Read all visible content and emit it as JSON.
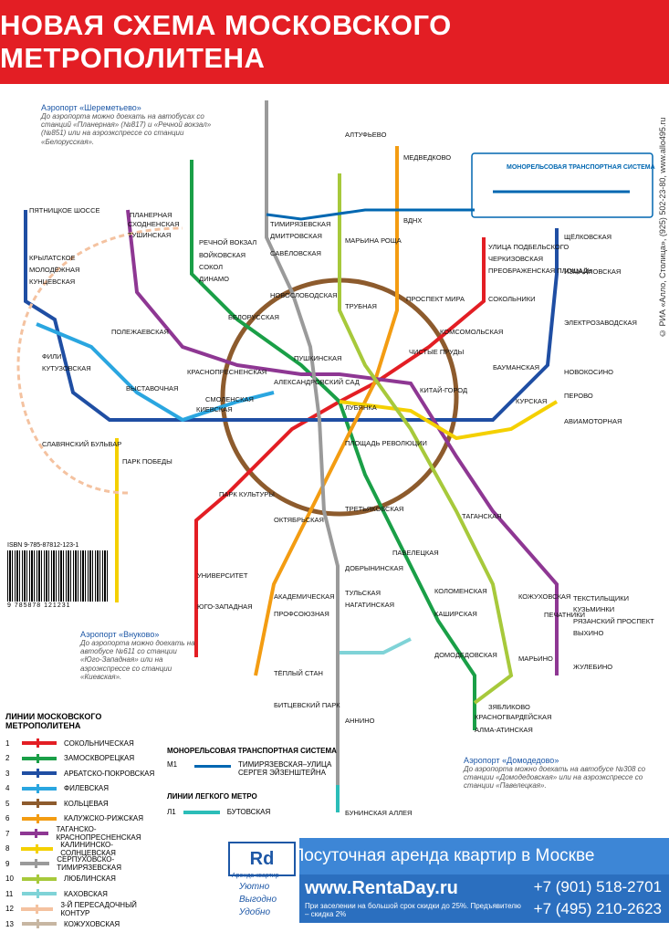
{
  "header": {
    "title": "НОВАЯ СХЕМА МОСКОВСКОГО МЕТРОПОЛИТЕНА"
  },
  "credit": "© РИА «Алло, Столица», (925) 502-23-80, www.allo495.ru",
  "colors": {
    "l1": "#e31e24",
    "l2": "#1a9f47",
    "l3": "#1f4ea3",
    "l4": "#2aa6e0",
    "l5": "#8d5b2d",
    "l6": "#f39c12",
    "l7": "#8e3793",
    "l8": "#f4d000",
    "l9": "#9a9a9a",
    "l10": "#a7c93b",
    "l11": "#7fd3d7",
    "l12": "#a5b5d8",
    "l13": "#0067b1"
  },
  "legend": {
    "title": "ЛИНИИ МОСКОВСКОГО МЕТРОПОЛИТЕНА",
    "lines": [
      {
        "num": "1",
        "name": "Сокольническая",
        "color": "#e31e24"
      },
      {
        "num": "2",
        "name": "Замоскворецкая",
        "color": "#1a9f47"
      },
      {
        "num": "3",
        "name": "Арбатско-Покровская",
        "color": "#1f4ea3"
      },
      {
        "num": "4",
        "name": "Филевская",
        "color": "#2aa6e0"
      },
      {
        "num": "5",
        "name": "Кольцевая",
        "color": "#8d5b2d"
      },
      {
        "num": "6",
        "name": "Калужско-Рижская",
        "color": "#f39c12"
      },
      {
        "num": "7",
        "name": "Таганско-Краснопресненская",
        "color": "#8e3793"
      },
      {
        "num": "8",
        "name": "Калининско-Солнцевская",
        "color": "#f4d000"
      },
      {
        "num": "9",
        "name": "Серпуховско-Тимирязевская",
        "color": "#9a9a9a"
      },
      {
        "num": "10",
        "name": "Люблинская",
        "color": "#a7c93b"
      },
      {
        "num": "11",
        "name": "Каховская",
        "color": "#7fd3d7"
      },
      {
        "num": "12",
        "name": "3-й пересадочный контур",
        "color": "#f4c2a0"
      },
      {
        "num": "13",
        "name": "Кожуховская",
        "color": "#c7b6a2"
      }
    ]
  },
  "mono": {
    "title": "МОНОРЕЛЬСОВАЯ ТРАНСПОРТНАЯ СИСТЕМА",
    "code": "М1",
    "name": "ТИМИРЯЗЕВСКАЯ–УЛИЦА СЕРГЕЯ ЭЙЗЕНШТЕЙНА"
  },
  "light": {
    "title": "ЛИНИИ ЛЕГКОГО МЕТРО",
    "code": "Л1",
    "name": "БУТОВСКАЯ"
  },
  "isbn": "ISBN 9-785-87812-123-1",
  "barcode_num": "9 785878 121231",
  "airports": {
    "sheremetyevo": {
      "name": "Аэропорт «Шереметьево»",
      "desc": "До аэропорта можно доехать на автобусах со станций «Планерная» (№817) и «Речной вокзал» (№851) или на аэроэкспрессе со станции «Белорусская»."
    },
    "vnukovo": {
      "name": "Аэропорт «Внуково»",
      "desc": "До аэропорта можно доехать на автобусе №611 со станции «Юго-Западная» или на аэроэкспрессе со станции «Киевская»."
    },
    "domodedovo": {
      "name": "Аэропорт «Домодедово»",
      "desc": "До аэропорта можно доехать на автобусе №308 со станции «Домодедовская» или на аэроэкспрессе со станции «Павелецкая»."
    }
  },
  "ad": {
    "logo": "Rd",
    "logo_sub": "Аренда квартир",
    "slogan": "Посуточная аренда квартир в Москве",
    "url": "www.RentaDay.ru",
    "note": "При заселении на большой срок скидки до 25%. Предъявителю – скидка 2%",
    "phone1": "+7 (901) 518-2701",
    "phone2": "+7 (495) 210-2623",
    "w1": "Уютно",
    "w2": "Выгодно",
    "w3": "Удобно"
  },
  "stations": {
    "s01": "ПЛАНЕРНАЯ",
    "s02": "РЕЧНОЙ ВОКЗАЛ",
    "s03": "МЕДВЕДКОВО",
    "s04": "АЛТУФЬЕВО",
    "s05": "ПЯТНИЦКОЕ ШОССЕ",
    "s06": "УЛИЦА ПОДБЕЛЬСКОГО",
    "s07": "ЩЁЛКОВСКАЯ",
    "s08": "НОВОКОСИНО",
    "s09": "БЕЛОРУССКАЯ",
    "s10": "КОМСОМОЛЬСКАЯ",
    "s11": "КИЕВСКАЯ",
    "s12": "КУРСКАЯ",
    "s13": "ПАРК КУЛЬТУРЫ",
    "s14": "ОКТЯБРЬСКАЯ",
    "s15": "ДОБРЫНИНСКАЯ",
    "s16": "ПАВЕЛЕЦКАЯ",
    "s17": "ТАГАНСКАЯ",
    "s18": "ПРОСПЕКТ МИРА",
    "s19": "НОВОСЛОБОДСКАЯ",
    "s20": "КРАСНОПРЕСНЕНСКАЯ",
    "s21": "АЛЕКСАНДРОВСКИЙ САД",
    "s22": "ПЛОЩАДЬ РЕВОЛЮЦИИ",
    "s23": "ЛУБЯНКА",
    "s24": "ЧИСТЫЕ ПРУДЫ",
    "s25": "ПУШКИНСКАЯ",
    "s26": "КИТАЙ-ГОРОД",
    "s27": "ТРЕТЬЯКОВСКАЯ",
    "s28": "СМОЛЕНСКАЯ",
    "s29": "СЛАВЯНСКИЙ БУЛЬВАР",
    "s30": "ПАРК ПОБЕДЫ",
    "s31": "ВЫСТАВОЧНАЯ",
    "s32": "УНИВЕРСИТЕТ",
    "s33": "ЮГО-ЗАПАДНАЯ",
    "s34": "ТЁПЛЫЙ СТАН",
    "s35": "БИТЦЕВСКИЙ ПАРК",
    "s36": "БУНИНСКАЯ АЛЛЕЯ",
    "s37": "АННИНО",
    "s38": "ДОМОДЕДОВСКАЯ",
    "s39": "КРАСНОГВАРДЕЙСКАЯ",
    "s40": "АЛМА-АТИНСКАЯ",
    "s41": "ЗЯБЛИКОВО",
    "s42": "МАРЬИНО",
    "s43": "КОЖУХОВСКАЯ",
    "s44": "ВЫХИНО",
    "s45": "ЖУЛЕБИНО",
    "s46": "ПЕЧАТНИКИ",
    "s47": "ПЕРОВО",
    "s48": "БАУМАНСКАЯ",
    "s49": "СОКОЛЬНИКИ",
    "s50": "ТРУБНАЯ",
    "s51": "МАРЬИНА РОЩА",
    "s52": "ТИМИРЯЗЕВСКАЯ",
    "s53": "ДМИТРОВСКАЯ",
    "s54": "САВЁЛОВСКАЯ",
    "s55": "ВДНХ",
    "s56": "ВОЙКОВСКАЯ",
    "s57": "СОКОЛ",
    "s58": "ДИНАМО",
    "s59": "ПОЛЕЖАЕВСКАЯ",
    "s60": "КУНЦЕВСКАЯ",
    "s61": "МОЛОДЁЖНАЯ",
    "s62": "КРЫЛАТСКОЕ",
    "s63": "ТУШИНСКАЯ",
    "s64": "СХОДНЕНСКАЯ",
    "s65": "ФИЛИ",
    "s66": "КУТУЗОВСКАЯ",
    "s67": "ПРОФСОЮЗНАЯ",
    "s68": "АКАДЕМИЧЕСКАЯ",
    "s69": "ТУЛЬСКАЯ",
    "s70": "НАГАТИНСКАЯ",
    "s71": "КАШИРСКАЯ",
    "s72": "КОЛОМЕНСКАЯ",
    "s73": "ТЕКСТИЛЬЩИКИ",
    "s74": "КУЗЬМИНКИ",
    "s75": "РЯЗАНСКИЙ ПРОСПЕКТ",
    "s76": "АВИАМОТОРНАЯ",
    "s77": "ЭЛЕКТРОЗАВОДСКАЯ",
    "s78": "ПРЕОБРАЖЕНСКАЯ ПЛОЩАДЬ",
    "s79": "ЧЕРКИЗОВСКАЯ",
    "s80": "ИЗМАЙЛОВСКАЯ"
  }
}
